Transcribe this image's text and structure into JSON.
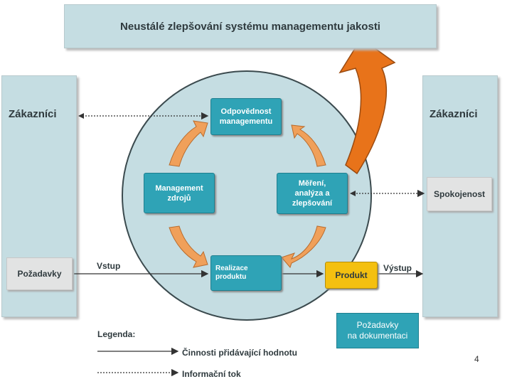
{
  "title": "Neustálé zlepšování systému managementu jakosti",
  "customers_left": "Zákazníci",
  "customers_right": "Zákazníci",
  "requirements": "Požadavky",
  "satisfaction": "Spokojenost",
  "input_label": "Vstup",
  "output_label": "Výstup",
  "process_boxes": {
    "management_responsibility": "Odpovědnost\nmanagementu",
    "resource_management": "Management\nzdrojů",
    "measurement": "Měření,\nanalýza a\nzlepšování",
    "product_realization": "Realizace\nproduktu"
  },
  "product": "Produkt",
  "documentation_requirements": "Požadavky\nna dokumentaci",
  "legend": {
    "title": "Legenda:",
    "value_adding": "Činnosti přidávající hodnotu",
    "information_flow": "Informační tok"
  },
  "page_number": "4",
  "colors": {
    "panel": "#c5dde2",
    "process_box": "#2fa3b6",
    "product": "#f4c010",
    "cycle_arrow": "#f0a05a",
    "improvement_arrow": "#e8731a",
    "circle": "#c5dde2"
  },
  "icons": [
    "document-stack-icon"
  ]
}
